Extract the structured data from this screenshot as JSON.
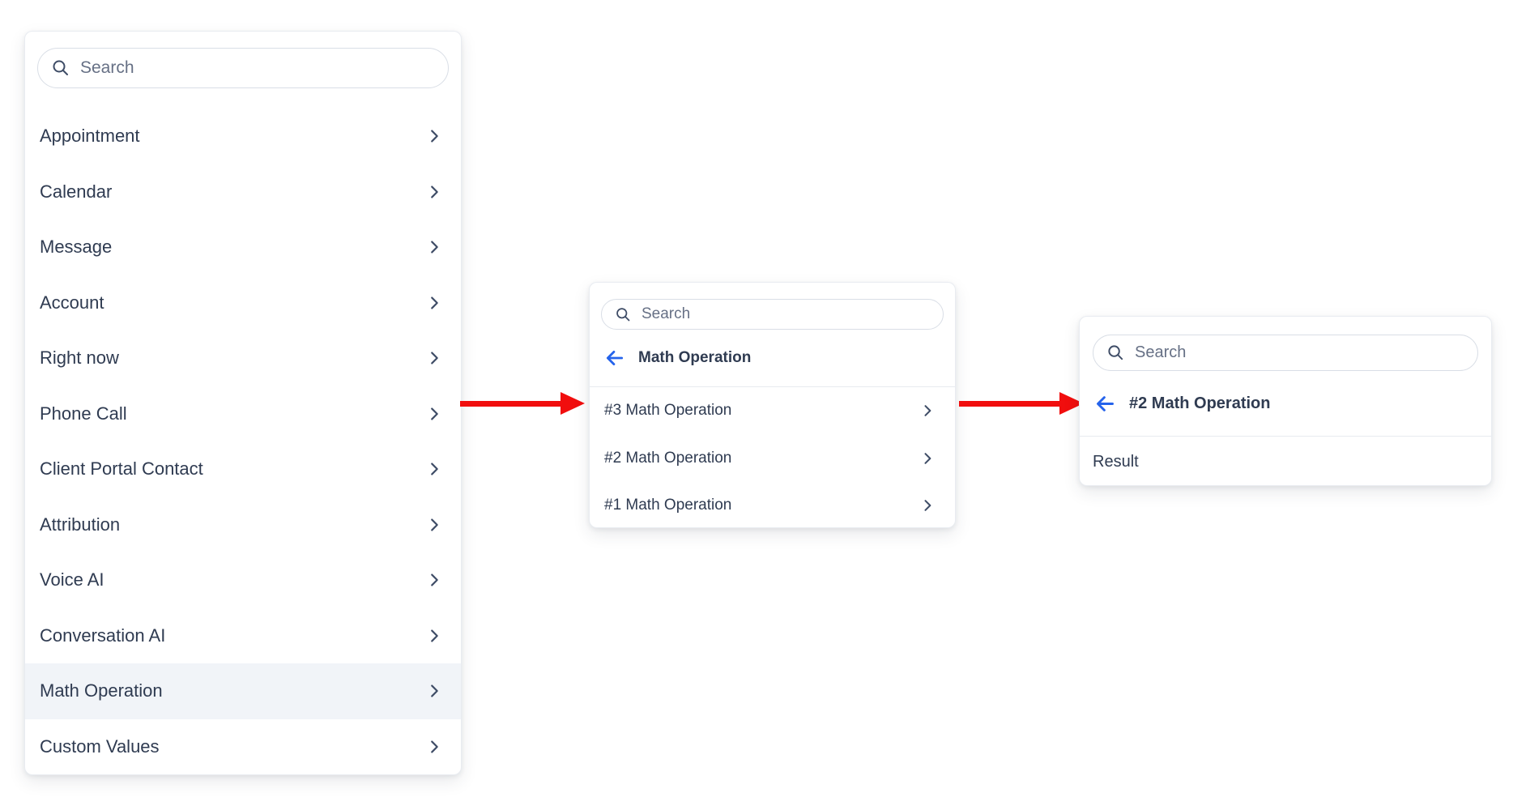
{
  "colors": {
    "accent_blue": "#2563eb",
    "arrow_red": "#f10e0e",
    "text_dark": "#2f3b51",
    "text_muted": "#667085",
    "row_highlight": "#f1f4f8",
    "panel_border": "#e9ecf1",
    "input_border": "#d9dee6",
    "divider": "#e8ebef",
    "icon_slate": "#3e4c66"
  },
  "panel_main": {
    "search_placeholder": "Search",
    "items": [
      {
        "label": "Appointment"
      },
      {
        "label": "Calendar"
      },
      {
        "label": "Message"
      },
      {
        "label": "Account"
      },
      {
        "label": "Right now"
      },
      {
        "label": "Phone Call"
      },
      {
        "label": "Client Portal Contact"
      },
      {
        "label": "Attribution"
      },
      {
        "label": "Voice AI"
      },
      {
        "label": "Conversation AI"
      },
      {
        "label": "Math Operation",
        "selected": true
      },
      {
        "label": "Custom Values"
      }
    ]
  },
  "panel_math_operation": {
    "search_placeholder": "Search",
    "back_label": "Math Operation",
    "items": [
      {
        "label": "#3 Math Operation"
      },
      {
        "label": "#2 Math Operation"
      },
      {
        "label": "#1 Math Operation"
      }
    ]
  },
  "panel_math_operation_2": {
    "search_placeholder": "Search",
    "back_label": "#2 Math Operation",
    "items": [
      {
        "label": "Result"
      }
    ]
  }
}
